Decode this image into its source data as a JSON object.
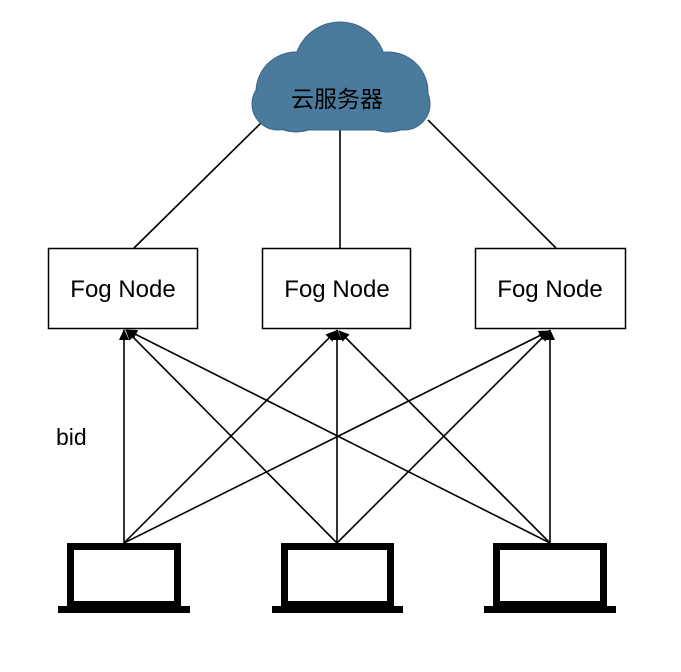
{
  "cloud": {
    "label": "云服务器",
    "fill_color": "#4a7b9d"
  },
  "fog_nodes": [
    {
      "label": "Fog Node"
    },
    {
      "label": "Fog Node"
    },
    {
      "label": "Fog Node"
    }
  ],
  "edge_label": "bid",
  "devices": [
    {
      "icon": "laptop-icon"
    },
    {
      "icon": "laptop-icon"
    },
    {
      "icon": "laptop-icon"
    }
  ],
  "colors": {
    "line": "#000000",
    "box_border": "#000000",
    "laptop": "#000000"
  }
}
